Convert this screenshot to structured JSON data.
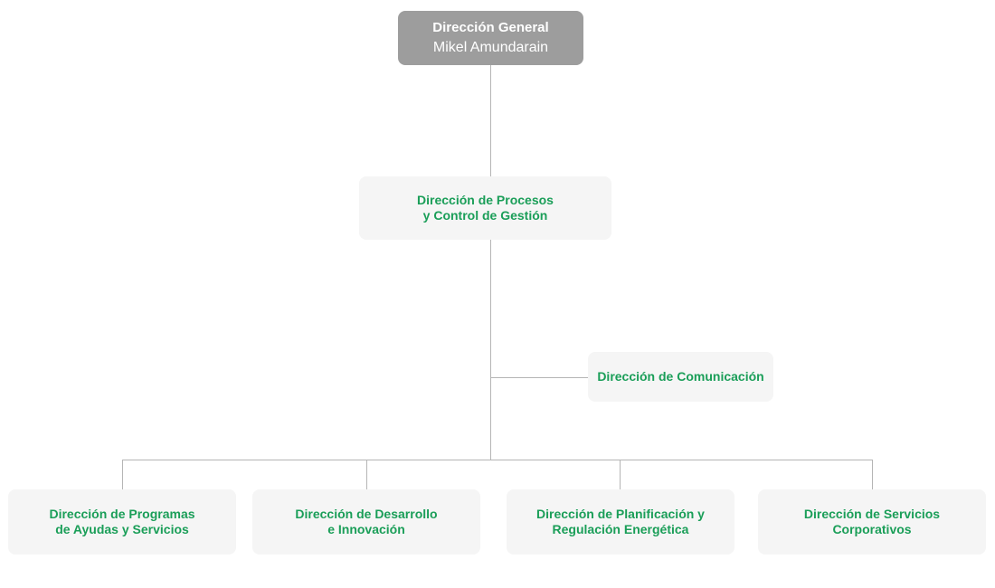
{
  "org": {
    "head": {
      "title": "Dirección General",
      "name": "Mikel Amundarain"
    },
    "procesos": {
      "line1": "Dirección de Procesos",
      "line2": "y Control de Gestión"
    },
    "comunicacion": {
      "line1": "Dirección de Comunicación"
    },
    "bottom": [
      {
        "line1": "Dirección de Programas",
        "line2": "de Ayudas y Servicios"
      },
      {
        "line1": "Dirección de Desarrollo",
        "line2": "e Innovación"
      },
      {
        "line1": "Dirección de Planificación y",
        "line2": "Regulación Energética"
      },
      {
        "line1": "Dirección de Servicios",
        "line2": "Corporativos"
      }
    ]
  },
  "colors": {
    "accent": "#1a9e58",
    "head_bg": "#9d9d9d",
    "box_bg": "#f5f5f5",
    "connector": "#b5b5b5"
  }
}
